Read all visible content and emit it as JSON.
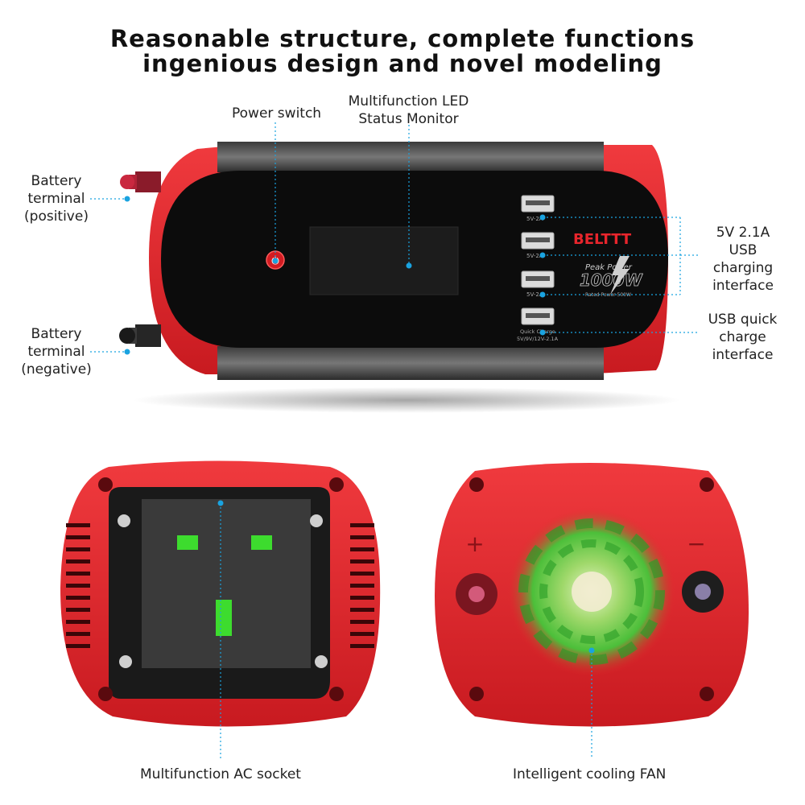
{
  "heading": {
    "line1": "Reasonable structure, complete functions",
    "line2": "ingenious design and novel modeling"
  },
  "labels": {
    "power_switch": "Power switch",
    "led_monitor_1": "Multifunction LED",
    "led_monitor_2": "Status Monitor",
    "battery_pos_1": "Battery",
    "battery_pos_2": "terminal",
    "battery_pos_3": "(positive)",
    "battery_neg_1": "Battery",
    "battery_neg_2": "terminal",
    "battery_neg_3": "(negative)",
    "usb_1": "5V  2.1A",
    "usb_2": "USB",
    "usb_3": "charging",
    "usb_4": "interface",
    "qc_1": "USB quick",
    "qc_2": "charge",
    "qc_3": "interface",
    "ac_socket": "Multifunction AC socket",
    "cooling_fan": "Intelligent cooling FAN"
  },
  "device": {
    "brand": "BELTTT",
    "peak_label": "Peak Power",
    "peak_value": "1000W",
    "rated": "Rated Power 500W",
    "usb_port_label": "5V-2A",
    "qc_label_1": "Quick Charge",
    "qc_label_2": "5V/9V/12V-2.1A",
    "plus_sign": "+",
    "minus_sign": "−"
  },
  "colors": {
    "body_red": "#e8252c",
    "panel_black": "#0c0c0c",
    "leader_blue": "#1aa3e0",
    "socket_green": "#3ddc2e"
  }
}
